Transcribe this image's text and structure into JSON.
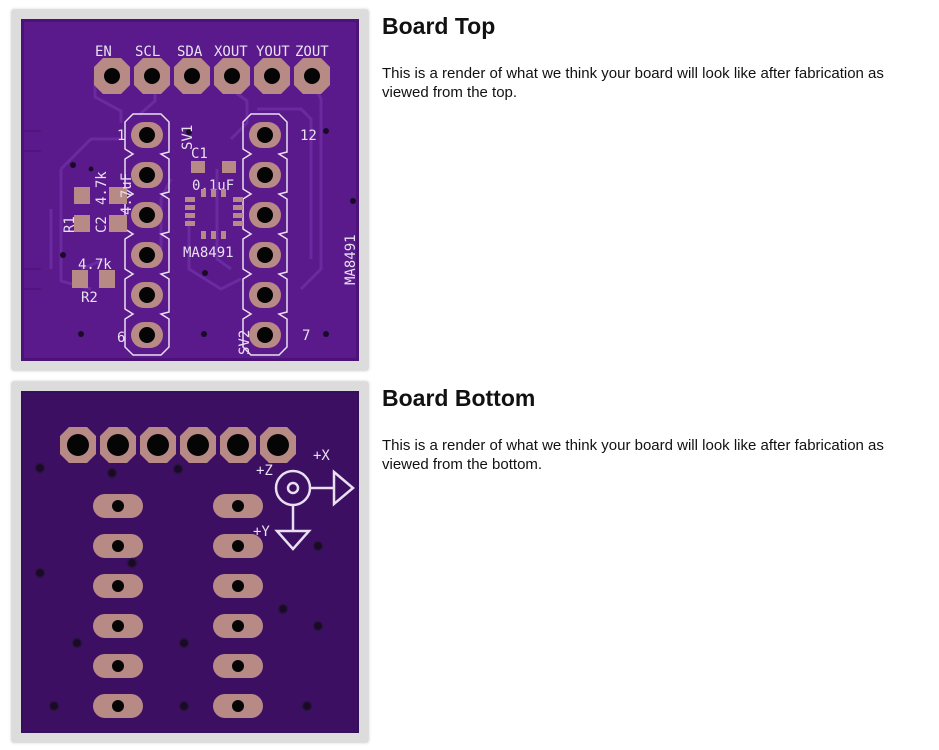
{
  "sections": [
    {
      "title": "Board Top",
      "description": "This is a render of what we think your board will look like after fabrication as viewed from the top."
    },
    {
      "title": "Board Bottom",
      "description": "This is a render of what we think your board will look like after fabrication as viewed from the bottom."
    }
  ],
  "top_render": {
    "header_pins": [
      "EN",
      "SCL",
      "SDA",
      "XOUT",
      "YOUT",
      "ZOUT"
    ],
    "sv1_label": "SV1",
    "sv2_label": "SV2",
    "pin_1": "1",
    "pin_6": "6",
    "pin_7": "7",
    "pin_12": "12",
    "c1_name": "C1",
    "c1_value": "0.1uF",
    "c2_name": "C2",
    "c2_value": "4.7uF",
    "r1_name": "R1",
    "r1_value": "4.7k",
    "r2_name": "R2",
    "r2_value": "4.7k",
    "chip_label": "MA8491",
    "board_label": "MA8491"
  },
  "bottom_render": {
    "axis_x": "+X",
    "axis_y": "+Y",
    "axis_z": "+Z"
  },
  "colors": {
    "board_top": "#5a1a8c",
    "board_bottom": "#3c0f62",
    "copper": "#b88a86",
    "silkscreen": "#e8e0f0"
  }
}
